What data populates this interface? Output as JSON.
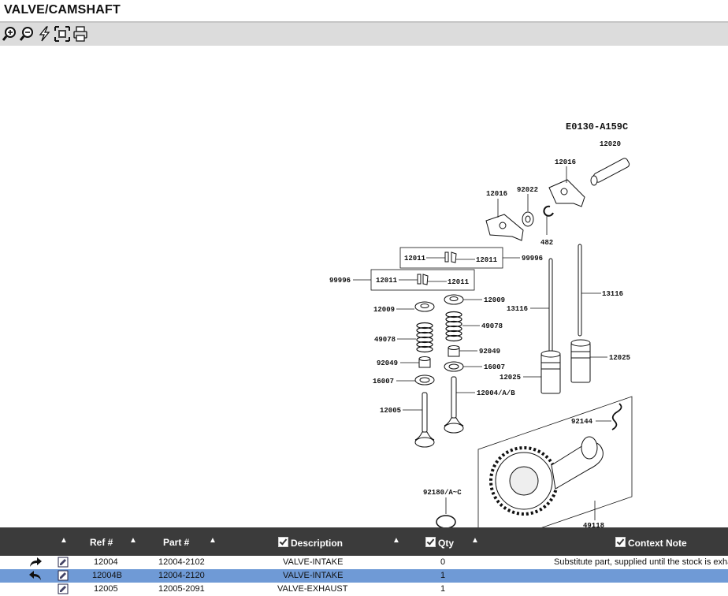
{
  "window": {
    "title": "VALVE/CAMSHAFT"
  },
  "toolbar": {
    "tools": [
      "zoom-in-icon",
      "zoom-out-icon",
      "lightning-icon",
      "fit-icon",
      "print-icon"
    ]
  },
  "diagram": {
    "code": "E0130-A159C",
    "labels": {
      "l12020": "12020",
      "l12016a": "12016",
      "l12016b": "12016",
      "l92022": "92022",
      "l482": "482",
      "l12011a": "12011",
      "l12011b": "12011",
      "l99996a": "99996",
      "l99996b": "99996",
      "l12011c": "12011",
      "l12011d": "12011",
      "l12009a": "12009",
      "l12009b": "12009",
      "l13116a": "13116",
      "l13116b": "13116",
      "l49078a": "49078",
      "l49078b": "49078",
      "l92049a": "92049",
      "l92049b": "92049",
      "l16007a": "16007",
      "l16007b": "16007",
      "l12025a": "12025",
      "l12025b": "12025",
      "l12004": "12004/A/B",
      "l12005": "12005",
      "l92144": "92144",
      "l92180": "92180/A~C",
      "l49118": "49118"
    }
  },
  "grid": {
    "headers": {
      "ref": "Ref #",
      "part": "Part #",
      "description": "Description",
      "qty": "Qty",
      "note": "Context Note"
    },
    "rows": [
      {
        "ref": "12004",
        "part": "12004-2102",
        "description": "VALVE-INTAKE",
        "qty": "0",
        "note": "Substitute part, supplied until the stock is exha",
        "arrow": "forward-arrow-icon",
        "selected": false
      },
      {
        "ref": "12004B",
        "part": "12004-2120",
        "description": "VALVE-INTAKE",
        "qty": "1",
        "note": "",
        "arrow": "back-arrow-icon",
        "selected": true
      },
      {
        "ref": "12005",
        "part": "12005-2091",
        "description": "VALVE-EXHAUST",
        "qty": "1",
        "note": "",
        "arrow": "",
        "selected": false
      }
    ]
  },
  "colors": {
    "header_bg": "#3b3b3b",
    "selected_row": "#6f9ad6",
    "toolbar_bg": "#dcdcdc"
  }
}
